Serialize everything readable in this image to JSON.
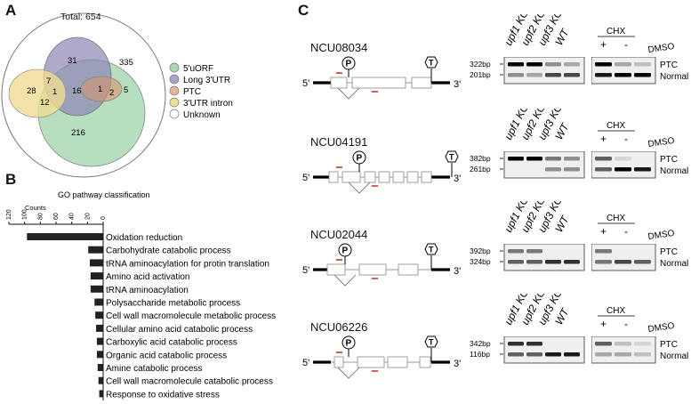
{
  "panel_a": {
    "letter": "A",
    "total": "Total: 654",
    "regions": {
      "uorf_only": "216",
      "long_only": "31",
      "unknown": "335",
      "intron_only": "28",
      "ptc_only": "5",
      "uorf_long": "16",
      "long_intron": "7",
      "uorf_long_intron": "1",
      "uorf_intron": "12",
      "long_ptc": "1",
      "uorf_ptc": "2"
    },
    "legend": [
      {
        "label": "5'uORF",
        "color": "#a9d8b4"
      },
      {
        "label": "Long 3'UTR",
        "color": "#a8a2c6"
      },
      {
        "label": "PTC",
        "color": "#e7b49a"
      },
      {
        "label": "3'UTR intron",
        "color": "#f1dc94"
      },
      {
        "label": "Unknown",
        "color": "#ffffff"
      }
    ]
  },
  "panel_b": {
    "letter": "B",
    "title": "GO pathway classification",
    "counts_label": "Counts",
    "chart_data": {
      "type": "bar",
      "orientation": "horizontal-reversed",
      "title": "GO pathway classification",
      "xlabel": "Counts",
      "xlim": [
        0,
        120
      ],
      "ticks": [
        "120",
        "100",
        "80",
        "60",
        "40",
        "20",
        "0"
      ],
      "categories": [
        "Oxidation reduction",
        "Carbohydrate catabolic process",
        "tRNA aminoacylation for protin translation",
        "Amino acid activation",
        "tRNA aminoacylation",
        "Polysaccharide metabolic process",
        "Cell wall macromolecule metabolic process",
        "Cellular amino acid catabolic process",
        "Carboxylic acid catabolic process",
        "Organic acid catabolic  process",
        "Amine catabolic process",
        "Cell wall macromolecule catabolic process",
        "Response to oxidative stress"
      ],
      "values": [
        97,
        19,
        17,
        16,
        16,
        11,
        10,
        9,
        8,
        8,
        7,
        6,
        5
      ]
    }
  },
  "panel_c": {
    "letter": "C",
    "gel_lanes": [
      "upf1 KO",
      "upf2 KO",
      "upf3 KO",
      "WT"
    ],
    "cond_labels": {
      "chx": "CHX",
      "plus": "+",
      "minus": "-",
      "dmso": "DMSO"
    },
    "band_labels": {
      "ptc": "PTC",
      "normal": "Normal"
    },
    "genes": [
      {
        "name": "NCU08034",
        "size_top": "322bp",
        "size_bottom": "201bp"
      },
      {
        "name": "NCU04191",
        "size_top": "382bp",
        "size_bottom": "261bp"
      },
      {
        "name": "NCU02044",
        "size_top": "392bp",
        "size_bottom": "324bp"
      },
      {
        "name": "NCU06226",
        "size_top": "342bp",
        "size_bottom": "116bp"
      }
    ],
    "gene_marks": {
      "five": "5'",
      "three": "3'",
      "p": "P",
      "t": "T"
    }
  }
}
